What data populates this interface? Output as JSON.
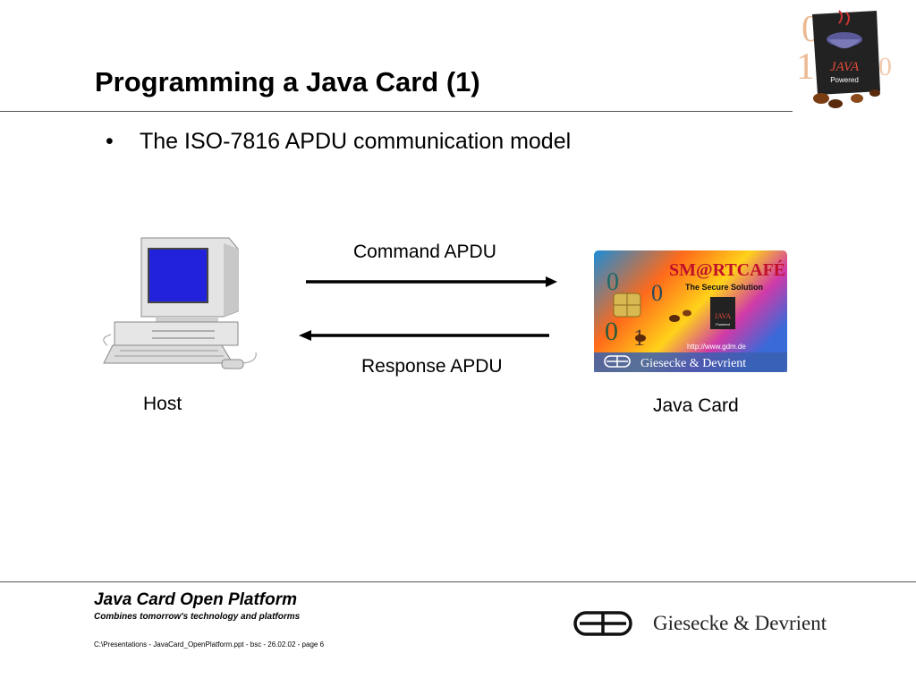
{
  "slide": {
    "title": "Programming a Java Card (1)",
    "bullet": "The ISO-7816 APDU communication model"
  },
  "diagram": {
    "command_label": "Command APDU",
    "response_label": "Response APDU",
    "host_label": "Host",
    "card_label": "Java Card",
    "card": {
      "brand": "SM@RTCAFÉ",
      "tagline": "The Secure Solution",
      "url": "http://www.gdm.de",
      "maker": "Giesecke & Devrient",
      "badge": "JAVA",
      "badge_sub": "Powered"
    }
  },
  "logo": {
    "brand": "JAVA",
    "sub": "Powered"
  },
  "footer": {
    "title": "Java Card Open Platform",
    "subtitle": "Combines tomorrow's technology and platforms",
    "path": "C:\\Presentations - JavaCard_OpenPlatform.ppt - bsc - 26.02.02 - page 6",
    "company": "Giesecke & Devrient"
  }
}
